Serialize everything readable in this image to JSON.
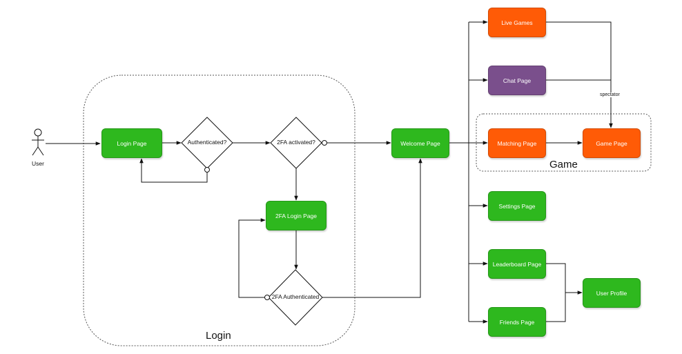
{
  "actor": {
    "label": "User"
  },
  "groups": {
    "login": {
      "title": "Login"
    },
    "game": {
      "title": "Game"
    }
  },
  "nodes": {
    "login_page": "Login Page",
    "authenticated": "Authenticated?",
    "twofa_activated": "2FA activated?",
    "twofa_login_page": "2FA Login Page",
    "twofa_authenticated": "2FA Authenticated",
    "welcome_page": "Welcome Page",
    "live_games": "Live Games",
    "chat_page": "Chat Page",
    "matching_page": "Matching Page",
    "game_page": "Game Page",
    "settings_page": "Settings Page",
    "leaderboard_page": "Leaderboard Page",
    "friends_page": "Friends Page",
    "user_profile": "User Profile"
  },
  "edge_labels": {
    "spectator": "spectator"
  },
  "colors": {
    "green": "#2eb81e",
    "orange": "#ff5b06",
    "purple": "#7a4f8c",
    "line": "#111111",
    "group_border": "#555555"
  }
}
